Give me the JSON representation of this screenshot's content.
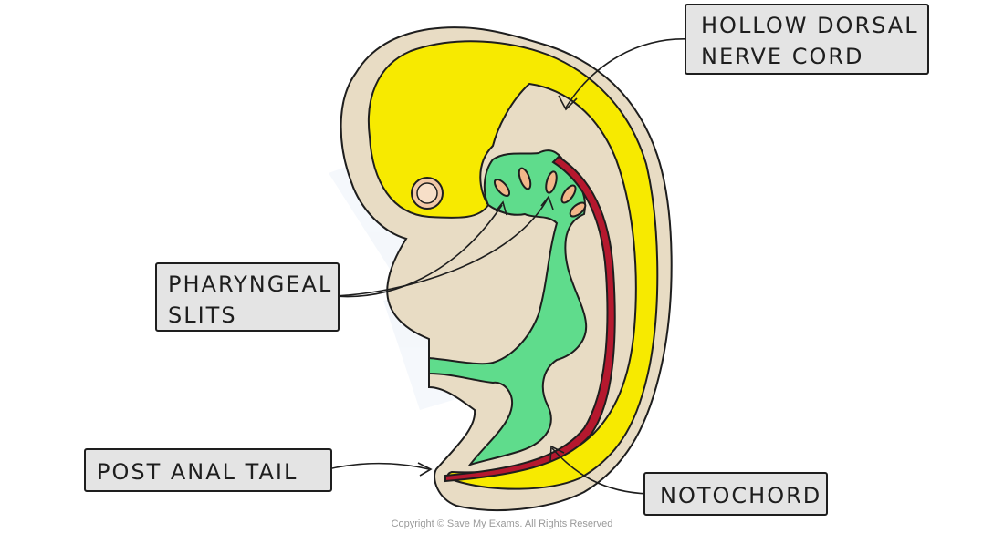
{
  "labels": {
    "nerve_cord": [
      "HOLLOW DORSAL",
      "NERVE CORD"
    ],
    "pharyngeal": [
      "PHARYNGEAL",
      "SLITS"
    ],
    "tail": "POST ANAL TAIL",
    "notochord": "NOTOCHORD"
  },
  "footer": {
    "copyright": "Copyright © Save My Exams. All Rights Reserved"
  },
  "colors": {
    "body_outer": "#e8dcc4",
    "nerve_cord": "#f7ea00",
    "pharynx": "#5fdc8c",
    "notochord": "#b5182e",
    "slits": "#f2b78a",
    "tag_fill": "#e4e4e4",
    "outline": "#1e1e1e"
  }
}
